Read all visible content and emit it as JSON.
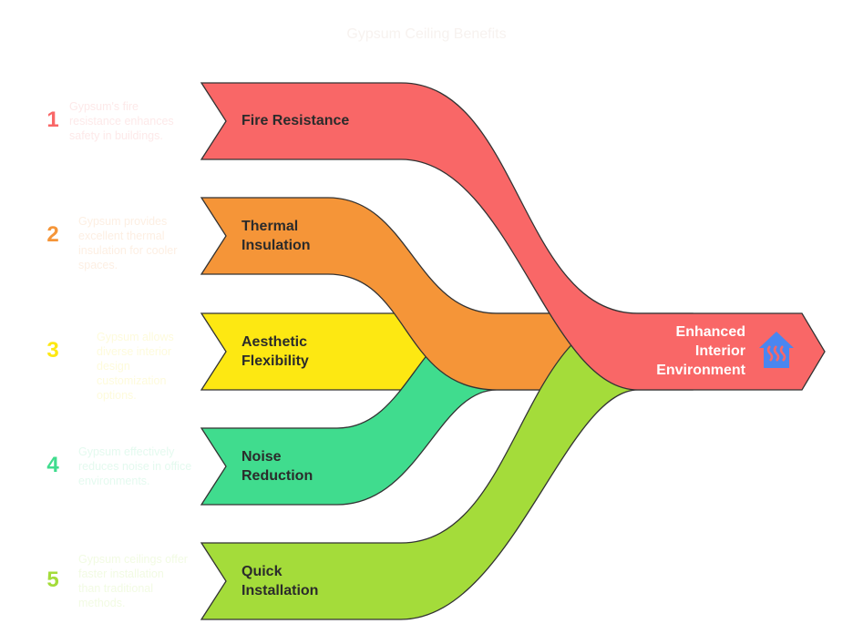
{
  "title": "Gypsum Ceiling Benefits",
  "items": [
    {
      "number": "1",
      "label_line1": "Fire Resistance",
      "label_line2": "",
      "description": "Gypsum's fire resistance enhances safety in buildings.",
      "color": "#f96767",
      "desc_color": "#fde9e9"
    },
    {
      "number": "2",
      "label_line1": "Thermal",
      "label_line2": "Insulation",
      "description": "Gypsum provides excellent thermal insulation for cooler spaces.",
      "color": "#f59538",
      "desc_color": "#fdefe3"
    },
    {
      "number": "3",
      "label_line1": "Aesthetic",
      "label_line2": "Flexibility",
      "description": "Gypsum allows diverse interior design customization options.",
      "color": "#fde812",
      "desc_color": "#fefbdc"
    },
    {
      "number": "4",
      "label_line1": "Noise",
      "label_line2": "Reduction",
      "description": "Gypsum effectively reduces noise in office environments.",
      "color": "#40dc8e",
      "desc_color": "#e4faef"
    },
    {
      "number": "5",
      "label_line1": "Quick",
      "label_line2": "Installation",
      "description": "Gypsum ceilings offer faster installation than traditional methods.",
      "color": "#a4dc3a",
      "desc_color": "#f2fbe3"
    }
  ],
  "outcome": {
    "line1": "Enhanced",
    "line2": "Interior",
    "line3": "Environment",
    "icon": "house-heat-icon",
    "icon_color": "#4a86f0"
  }
}
